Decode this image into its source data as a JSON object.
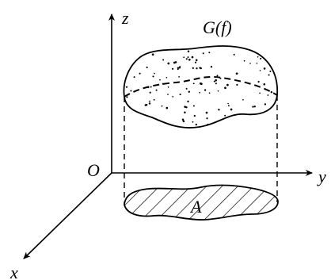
{
  "figure": {
    "axes": {
      "z_label": "z",
      "y_label": "y",
      "x_label": "x",
      "origin_label": "O"
    },
    "surface_label": "G(f)",
    "region_label": "A",
    "colors": {
      "ink": "#000000",
      "background": "#ffffff"
    }
  }
}
